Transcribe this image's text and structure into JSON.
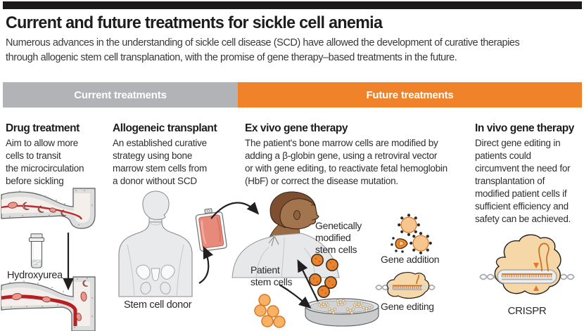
{
  "masthead": {
    "title": "Current and future treatments for sickle cell anemia",
    "subtitle": "Numerous advances in the understanding of sickle cell disease (SCD) have allowed the development of curative therapies\nthrough allogenic stem cell transplanation, with the promise of gene therapy–based treatments in the future."
  },
  "section_bars": [
    {
      "label": "Current treatments"
    },
    {
      "label": "Future treatments"
    }
  ],
  "columns": [
    {
      "heading": "Drug treatment",
      "body": "Aim to allow more\ncells to transit\nthe microcirculation\nbefore sickling"
    },
    {
      "heading": "Allogeneic transplant",
      "body": "An established curative\nstrategy using bone\nmarrow stem cells from\na donor without SCD"
    },
    {
      "heading": "Ex vivo gene therapy",
      "body": "The patient's bone marrow cells are modified by\nadding a β-globin gene, using a retroviral vector\nor with gene editing, to reactivate fetal hemoglobin\n(HbF) or correct the disease mutation."
    },
    {
      "heading": "In vivo gene therapy",
      "body": "Direct gene editing in\npatients could\ncircumvent the need for\ntransplantation of\nmodified patient cells if\nsufficient efficiency and\nsafety can be achieved."
    }
  ],
  "figure_labels": {
    "hydroxyurea": "Hydroxyurea",
    "stem_cell_donor": "Stem cell donor",
    "patient_stem_cells": "Patient\nstem cells",
    "genetically_modified_stem_cells": "Genetically\nmodified\nstem cells",
    "gene_addition": "Gene addition",
    "gene_editing": "Gene editing",
    "crispr": "CRISPR"
  },
  "colors": {
    "accent_orange": "#f0832a",
    "bar_gray": "#b1b3b6",
    "ink": "#231f20",
    "body_text": "#2e2e2f",
    "blood_red": "#c5262b",
    "rbc_salmon": "#ed968b",
    "cell_orange": "#e9832f",
    "cell_light_orange": "#f9b164",
    "protein_tan": "#f6d7a8",
    "dna_gray": "#a7a9ac"
  }
}
